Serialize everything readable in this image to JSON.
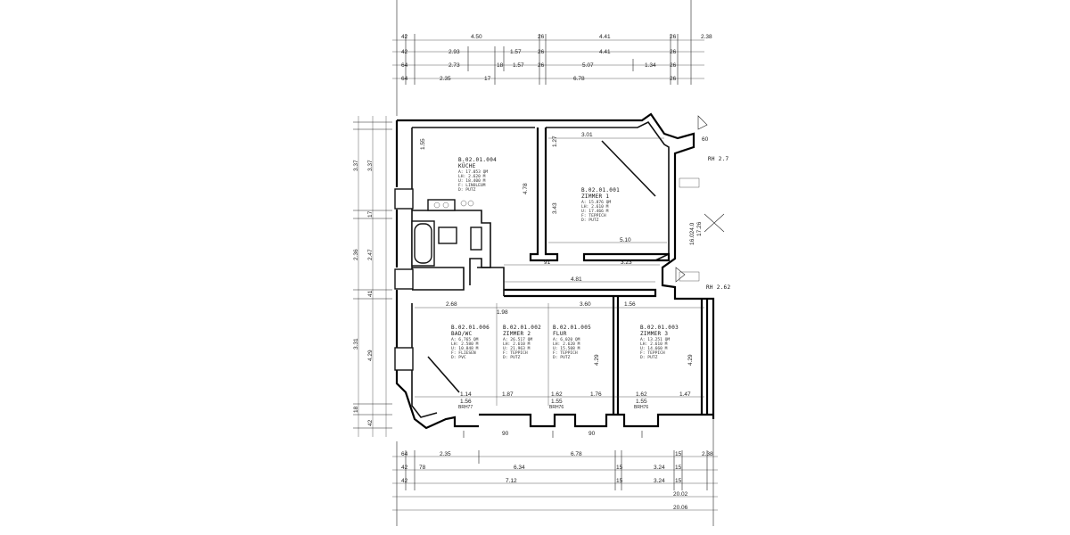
{
  "top_dims": {
    "row1": [
      "42",
      "4.50",
      "26",
      "4.41",
      "26",
      "2.38"
    ],
    "row2": [
      "42",
      "2.93",
      "1.57",
      "26",
      "4.41",
      "26"
    ],
    "row3": [
      "64",
      "2.73",
      "18",
      "1.57",
      "26",
      "5.07",
      "1.34",
      "26"
    ],
    "row4": [
      "64",
      "2.35",
      "17",
      "6.78",
      "26"
    ]
  },
  "bottom_dims": {
    "row1": [
      "64",
      "2.35",
      "6.78",
      "15",
      "2.38"
    ],
    "row2": [
      "42",
      "78",
      "6.34",
      "15",
      "3.24",
      "15"
    ],
    "row3": [
      "42",
      "7.12",
      "15",
      "3.24",
      "15"
    ],
    "row4": [
      "20.02"
    ],
    "row5": [
      "20.06"
    ]
  },
  "left_dims": [
    "3.37",
    "3.37",
    "17",
    "2.36",
    "2.47",
    "41",
    "3.31",
    "4.29",
    "18",
    "42"
  ],
  "rooms": [
    {
      "id": "B.02.01.004",
      "name": "KÜCHE",
      "details": [
        "A: 17.053 QM",
        "LH: 2.620 M",
        "U: 18.400 M",
        "F: LINOLEUM",
        "D: PUTZ"
      ]
    },
    {
      "id": "B.02.01.001",
      "name": "ZIMMER 1",
      "details": [
        "A: 15.876 QM",
        "LH: 2.610 M",
        "U: 17.466 M",
        "F: TEPPICH",
        "D: PUTZ"
      ]
    },
    {
      "id": "B.02.01.006",
      "name": "BAD/WC",
      "details": [
        "A: 6.765 QM",
        "LH: 2.580 M",
        "U: 10.848 M",
        "F: FLIESEN",
        "D: PVC"
      ]
    },
    {
      "id": "B.02.01.002",
      "name": "ZIMMER 2",
      "details": [
        "A: 26.517 QM",
        "LH: 2.610 M",
        "U: 21.963 M",
        "F: TEPPICH",
        "D: PUTZ"
      ]
    },
    {
      "id": "B.02.01.005",
      "name": "FLUR",
      "details": [
        "A: 6.020 QM",
        "LH: 2.620 M",
        "U: 15.508 M",
        "F: TEPPICH",
        "D: PUTZ"
      ]
    },
    {
      "id": "B.02.01.003",
      "name": "ZIMMER 3",
      "details": [
        "A: 13.251 QM",
        "LH: 2.610 M",
        "U: 14.660 M",
        "F: TEPPICH",
        "D: PUTZ"
      ]
    }
  ],
  "interior_dims": {
    "d301": "3.01",
    "d127": "1.27",
    "d155": "1.55",
    "d478": "4.78",
    "d343": "3.43",
    "d510": "5.10",
    "d323": "3.23",
    "d481": "4.81",
    "d91": "91",
    "d268": "2.68",
    "d198": "1.98",
    "d360": "3.60",
    "d156": "1.56",
    "d429": "4.29",
    "d429b": "4.29",
    "d114": "1.14",
    "d187": "1.87",
    "d162": "1.62",
    "d176": "1.76",
    "d162b": "1.62",
    "d147": "1.47",
    "d156b": "1.56",
    "d155b": "1.55",
    "d155c": "1.55",
    "brh77a": "BRH77",
    "brh76a": "BRH76",
    "brh76b": "BRH76",
    "d90a": "90",
    "d90b": "90",
    "d60": "60"
  },
  "right_labels": {
    "rh1": "RH 2.7",
    "rh2": "RH 2.62",
    "vert1": "16.024.0",
    "vert2": "17.26"
  }
}
